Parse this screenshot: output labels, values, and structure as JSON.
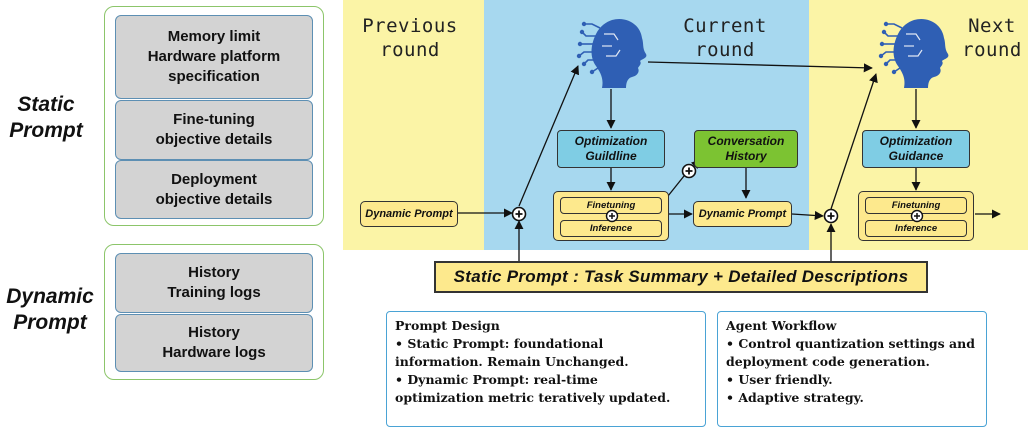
{
  "static_prompt_label": "Static\nPrompt",
  "dynamic_prompt_label": "Dynamic\nPrompt",
  "static_items": [
    "Memory limit\nHardware platform\nspecification",
    "Fine-tuning\nobjective details",
    "Deployment\nobjective details"
  ],
  "dynamic_items": [
    "History\nTraining logs",
    "History\nHardware logs"
  ],
  "rounds": {
    "previous": "Previous\nround",
    "current": "Current\nround",
    "next": "Next\nround"
  },
  "flow": {
    "dynamic_prompt_left": "Dynamic Prompt",
    "optimization_guideline": "Optimization\nGuildline",
    "conversation_history": "Conversation\nHistory",
    "finetuning": "Finetuning",
    "inference": "Inference",
    "dynamic_prompt_mid": "Dynamic Prompt",
    "optimization_guidance": "Optimization\nGuidance",
    "finetuning_next": "Finetuning",
    "inference_next": "Inference"
  },
  "static_bar": "Static Prompt : Task Summary + Detailed Descriptions",
  "prompt_design": {
    "title": "Prompt Design",
    "lines": [
      "• Static Prompt: foundational\ninformation. Remain Unchanged.",
      "• Dynamic Prompt: real-time\noptimization metric  teratively updated."
    ]
  },
  "agent_workflow": {
    "title": "Agent Workflow",
    "lines": [
      "• Control quantization settings and\ndeployment code generation.",
      "• User friendly.",
      "• Adaptive strategy."
    ]
  },
  "colors": {
    "yellow_bg": "#fbf4a6",
    "blue_bg": "#a7d8ef",
    "head_blue": "#2f5fb4",
    "box_yellow": "#fde98d",
    "box_blue": "#7fcde4",
    "box_green": "#7cc332",
    "panel_green": "#8cc56a"
  },
  "icons": [
    "ai-head-icon",
    "plus-node-icon",
    "arrow-icon"
  ]
}
